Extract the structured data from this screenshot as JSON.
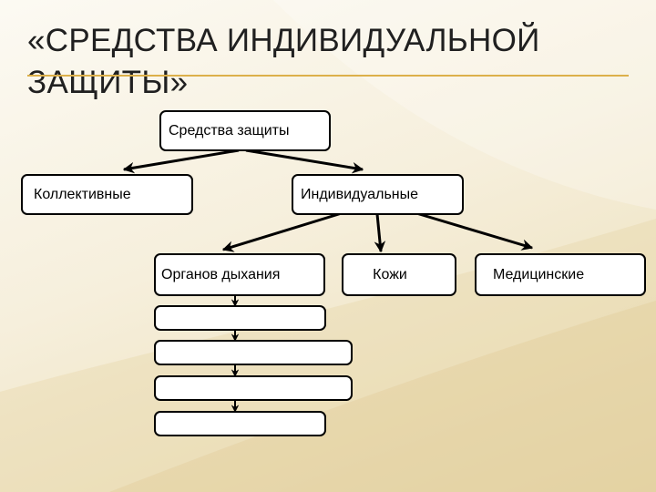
{
  "slide": {
    "title_line1": "«СРЕДСТВА ИНДИВИДУАЛЬНОЙ",
    "title_line2": "ЗАЩИТЫ»",
    "accent_color": "#dcb04a"
  },
  "diagram": {
    "root": "Средства защиты",
    "level1": [
      "Коллективные",
      "Индивидуальные"
    ],
    "level2": [
      "Органов дыхания",
      "Кожи",
      "Медицинские"
    ],
    "sub_boxes": [
      "",
      "",
      "",
      ""
    ]
  }
}
